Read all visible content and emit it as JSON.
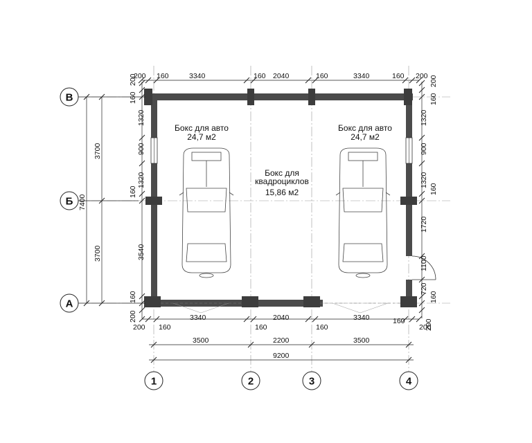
{
  "axes": {
    "letters": [
      "В",
      "Б",
      "А"
    ],
    "numbers": [
      "1",
      "2",
      "3",
      "4"
    ]
  },
  "rooms": [
    {
      "name": "Бокс для авто",
      "area": "24,7 м2"
    },
    {
      "name_line1": "Бокс для",
      "name_line2": "квадроциклов",
      "area": "15,86 м2"
    },
    {
      "name": "Бокс для авто",
      "area": "24,7 м2"
    }
  ],
  "dims": {
    "top": [
      "200",
      "160",
      "3340",
      "160",
      "2040",
      "160",
      "3340",
      "160",
      "200"
    ],
    "bottom": [
      "200",
      "160",
      "3340",
      "160",
      "2040",
      "160",
      "3340",
      "160",
      "200"
    ],
    "bottom_axes": [
      "3500",
      "2200",
      "3500"
    ],
    "bottom_total": "9200",
    "left_walls": [
      "200",
      "160",
      "1320",
      "900",
      "1320",
      "160",
      "3540",
      "160",
      "200"
    ],
    "left_axes": [
      "3700",
      "3700"
    ],
    "left_total": "7400",
    "right": [
      "200",
      "160",
      "1320",
      "900",
      "1320",
      "160",
      "1720",
      "1100",
      "720",
      "160",
      "200"
    ]
  },
  "colors": {
    "wall": "#4b4b4b",
    "axis_line": "#9a9a9a",
    "text": "#111111"
  }
}
